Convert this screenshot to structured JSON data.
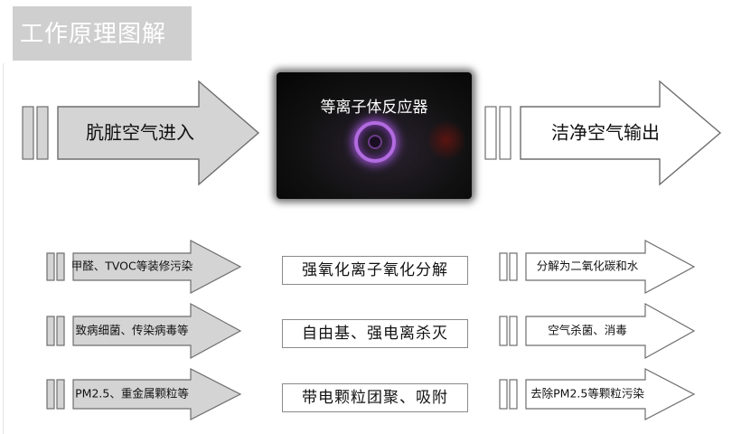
{
  "title": "工作原理图解",
  "reactor": {
    "label": "等离子体反应器"
  },
  "main_flow": {
    "input_label": "肮脏空气进入",
    "output_label": "洁净空气输出"
  },
  "rows": [
    {
      "pollutant": "甲醛、TVOC等装修污染",
      "process": "强氧化离子氧化分解",
      "result": "分解为二氧化碳和水"
    },
    {
      "pollutant": "致病细菌、传染病毒等",
      "process": "自由基、强电离杀灭",
      "result": "空气杀菌、消毒"
    },
    {
      "pollutant": "PM2.5、重金属颗粒等",
      "process": "带电颗粒团聚、吸附",
      "result": "去除PM2.5等颗粒污染"
    }
  ],
  "colors": {
    "input_arrow_fill": "#d4d4d4",
    "output_arrow_fill": "#ffffff",
    "arrow_stroke": "#6e6e6e",
    "title_bg": "#cfcfcf",
    "plasma_glow": "#b26be0"
  }
}
